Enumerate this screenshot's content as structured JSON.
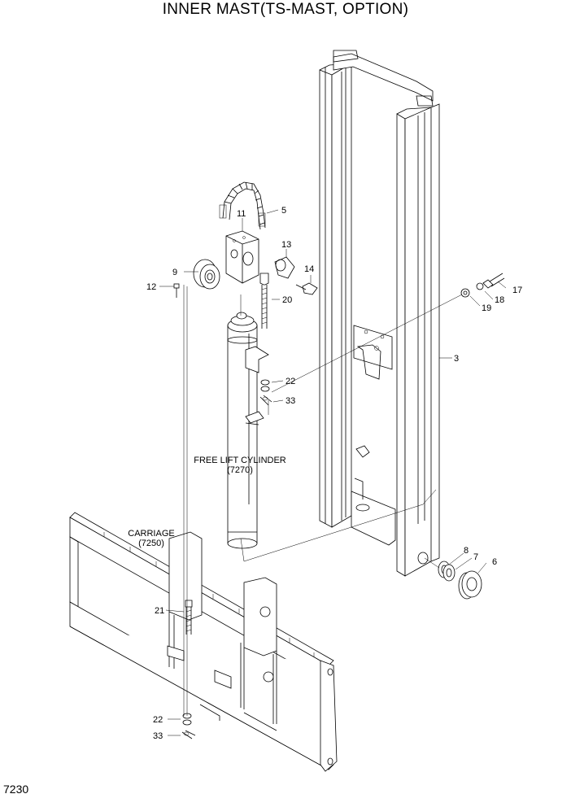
{
  "title": "INNER MAST(TS-MAST, OPTION)",
  "page_code": "7230",
  "labels": {
    "carriage_name": "CARRIAGE",
    "carriage_ref": "(7250)",
    "cylinder_name": "FREE LIFT CYLINDER",
    "cylinder_ref": "(7270)"
  },
  "callouts": {
    "c3": "3",
    "c5": "5",
    "c6": "6",
    "c7": "7",
    "c8": "8",
    "c9": "9",
    "c11": "11",
    "c12": "12",
    "c13": "13",
    "c14": "14",
    "c17": "17",
    "c18": "18",
    "c19": "19",
    "c20": "20",
    "c21": "21",
    "c22a": "22",
    "c22b": "22",
    "c33a": "33",
    "c33b": "33"
  }
}
